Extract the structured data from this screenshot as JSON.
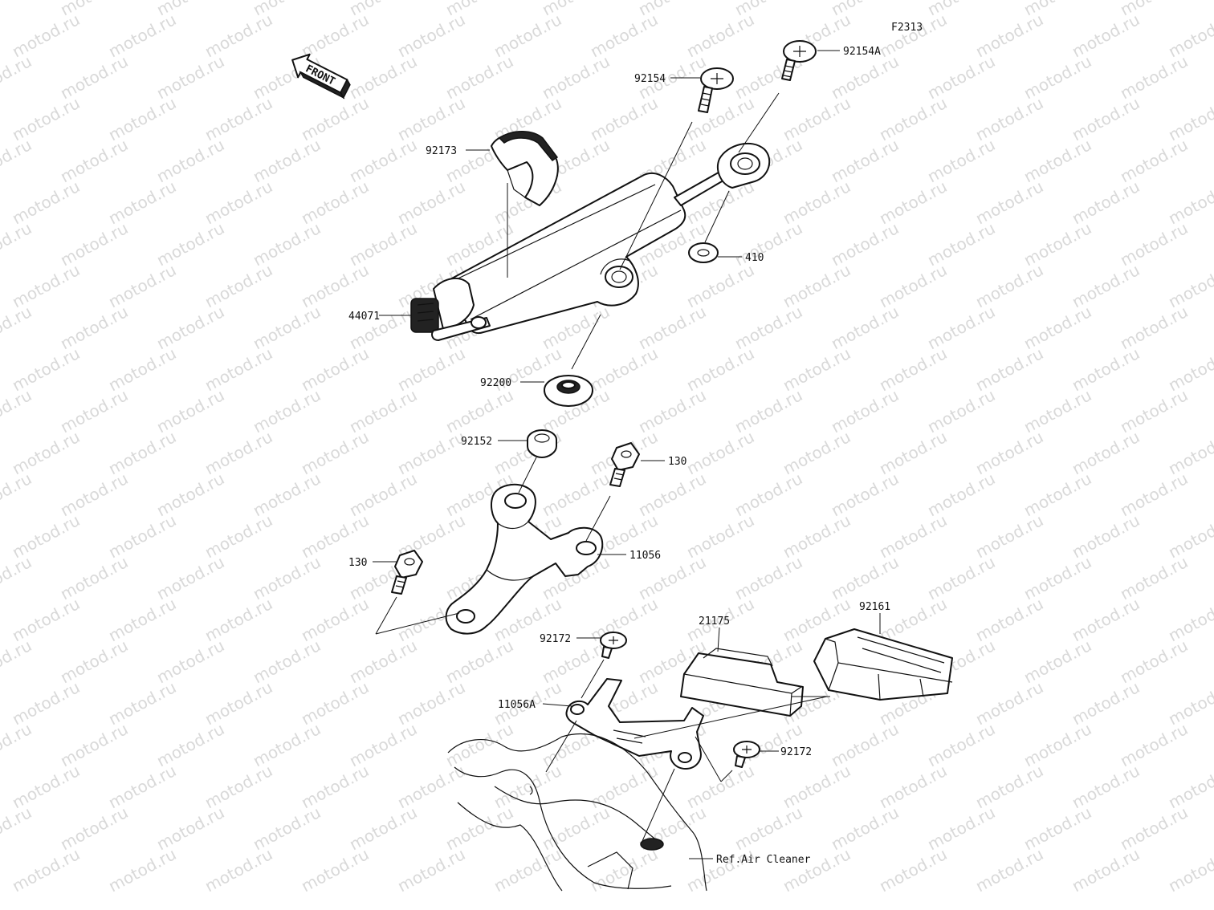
{
  "figure_code": "F2313",
  "watermark": "motod.ru",
  "front_arrow_text": "FRONT",
  "callouts": [
    {
      "id": "92154A",
      "text": "92154A"
    },
    {
      "id": "92154",
      "text": "92154"
    },
    {
      "id": "92173",
      "text": "92173"
    },
    {
      "id": "410",
      "text": "410"
    },
    {
      "id": "44071",
      "text": "44071"
    },
    {
      "id": "92200",
      "text": "92200"
    },
    {
      "id": "92152",
      "text": "92152"
    },
    {
      "id": "130a",
      "text": "130"
    },
    {
      "id": "11056",
      "text": "11056"
    },
    {
      "id": "130b",
      "text": "130"
    },
    {
      "id": "21175",
      "text": "21175"
    },
    {
      "id": "92161",
      "text": "92161"
    },
    {
      "id": "92172a",
      "text": "92172"
    },
    {
      "id": "11056A",
      "text": "11056A"
    },
    {
      "id": "92172b",
      "text": "92172"
    },
    {
      "id": "ref",
      "text": "Ref.Air Cleaner"
    }
  ]
}
